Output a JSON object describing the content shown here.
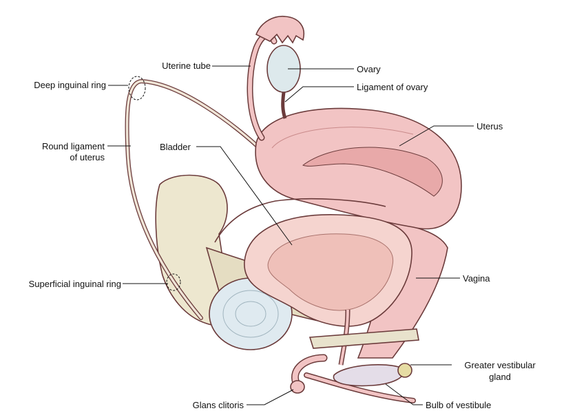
{
  "labels": {
    "uterine_tube": "Uterine tube",
    "ovary": "Ovary",
    "deep_inguinal_ring": "Deep inguinal ring",
    "ligament_of_ovary": "Ligament of ovary",
    "uterus": "Uterus",
    "round_ligament_line1": "Round ligament",
    "round_ligament_line2": "of uterus",
    "bladder": "Bladder",
    "vagina": "Vagina",
    "superficial_inguinal_ring": "Superficial inguinal ring",
    "greater_vestibular_line1": "Greater vestibular",
    "greater_vestibular_line2": "gland",
    "glans_clitoris": "Glans clitoris",
    "bulb_of_vestibule": "Bulb of vestibule"
  },
  "colors": {
    "uterus_pink": "#f2c4c4",
    "uterus_dark": "#e8a9a9",
    "bladder_pink": "#f5d4cf",
    "bone": "#ede7cf",
    "ovary": "#dde9ec",
    "cartilage": "#dfeaf0",
    "ligament": "#efe4d6",
    "outline": "#6b3b3b"
  }
}
